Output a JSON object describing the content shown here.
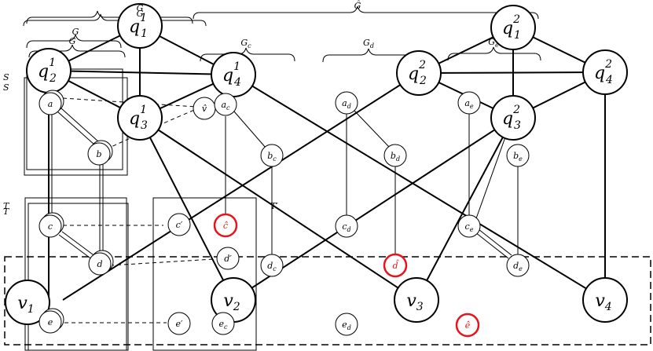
{
  "labels": {
    "G_top1": "G",
    "G_top2": "G",
    "G_left1": "G",
    "G_left2": "G",
    "G_hat": "Ĝ",
    "G_c": "G_c",
    "G_d": "G_d",
    "G_e": "G_e",
    "S1": "S",
    "S2": "S",
    "T1": "T",
    "T2": "T",
    "T_prime": "T′"
  },
  "nodes": {
    "q11": {
      "base": "q",
      "sup": "1",
      "sub": "1"
    },
    "q21": {
      "base": "q",
      "sup": "1",
      "sub": "2"
    },
    "q31": {
      "base": "q",
      "sup": "1",
      "sub": "3"
    },
    "q41": {
      "base": "q",
      "sup": "1",
      "sub": "4"
    },
    "q12": {
      "base": "q",
      "sup": "2",
      "sub": "1"
    },
    "q22": {
      "base": "q",
      "sup": "2",
      "sub": "2"
    },
    "q32": {
      "base": "q",
      "sup": "2",
      "sub": "3"
    },
    "q42": {
      "base": "q",
      "sup": "2",
      "sub": "4"
    },
    "v1": {
      "base": "v",
      "sub": "1"
    },
    "v2": {
      "base": "v",
      "sub": "2"
    },
    "v3": {
      "base": "v",
      "sub": "3"
    },
    "v4": {
      "base": "v",
      "sub": "4"
    },
    "a": "a",
    "b": "b",
    "c": "c",
    "d": "d",
    "e": "e",
    "vhat": "v̂",
    "ac": "a_c",
    "bc": "b_c",
    "cprime": "c′",
    "dprime": "d′",
    "eprime": "e′",
    "dc": "d_c",
    "ec": "e_c",
    "chat": "ĉ",
    "dhat": "d̂",
    "ehat": "ê",
    "ad": "a_d",
    "bd": "b_d",
    "cd": "c_d",
    "ed": "e_d",
    "ae": "a_e",
    "be": "b_e",
    "ce": "c_e",
    "de": "d_e"
  },
  "colors": {
    "stroke": "#000000",
    "highlight": "#e8141b",
    "background": "#ffffff"
  }
}
